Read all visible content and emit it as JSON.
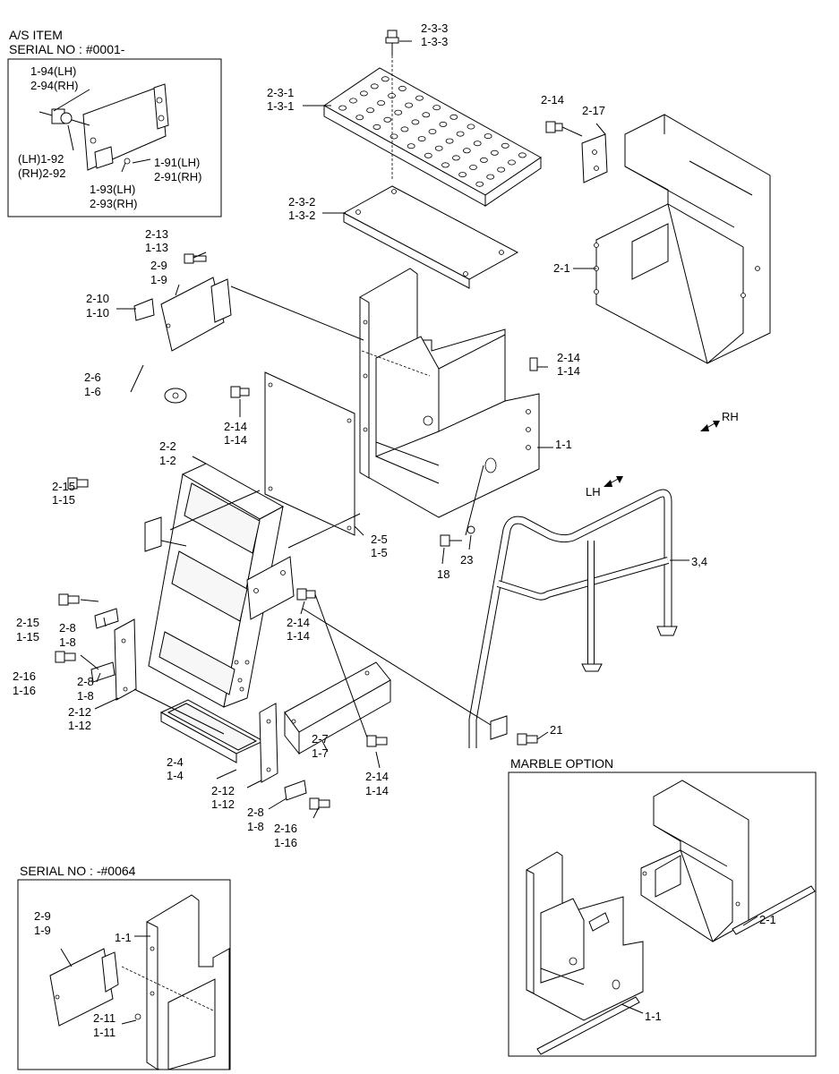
{
  "headers": {
    "as_item": "A/S ITEM",
    "serial_0001": "SERIAL NO : #0001-",
    "serial_0064": "SERIAL NO : -#0064",
    "marble_option": "MARBLE OPTION"
  },
  "callouts": [
    "2-3-3",
    "1-3-3",
    "2-3-1",
    "1-3-1",
    "2-3-2",
    "1-3-2",
    "2-14",
    "2-17",
    "2-1",
    "2-13",
    "1-13",
    "2-9",
    "1-9",
    "2-10",
    "1-10",
    "2-14",
    "1-14",
    "2-6",
    "1-6",
    "2-14",
    "1-14",
    "RH",
    "2-2",
    "1-2",
    "1-1",
    "2-15",
    "1-15",
    "LH",
    "2-5",
    "1-5",
    "18",
    "23",
    "3,4",
    "2-14",
    "1-14",
    "2-15",
    "1-15",
    "2-8",
    "1-8",
    "2-16",
    "1-16",
    "2-8",
    "1-8",
    "2-12",
    "1-12",
    "21",
    "2-7",
    "1-7",
    "2-14",
    "1-14",
    "2-4",
    "1-4",
    "2-12",
    "1-12",
    "2-8",
    "1-8",
    "2-16",
    "1-16",
    "1-94(LH)",
    "2-94(RH)",
    "(LH)1-92",
    "(RH)2-92",
    "1-91(LH)",
    "2-91(RH)",
    "1-93(LH)",
    "2-93(RH)",
    "2-9",
    "1-9",
    "1-1",
    "2-11",
    "1-11",
    "2-1",
    "1-1"
  ],
  "icons": {
    "direction_arrow": "double-arrow-icon"
  }
}
